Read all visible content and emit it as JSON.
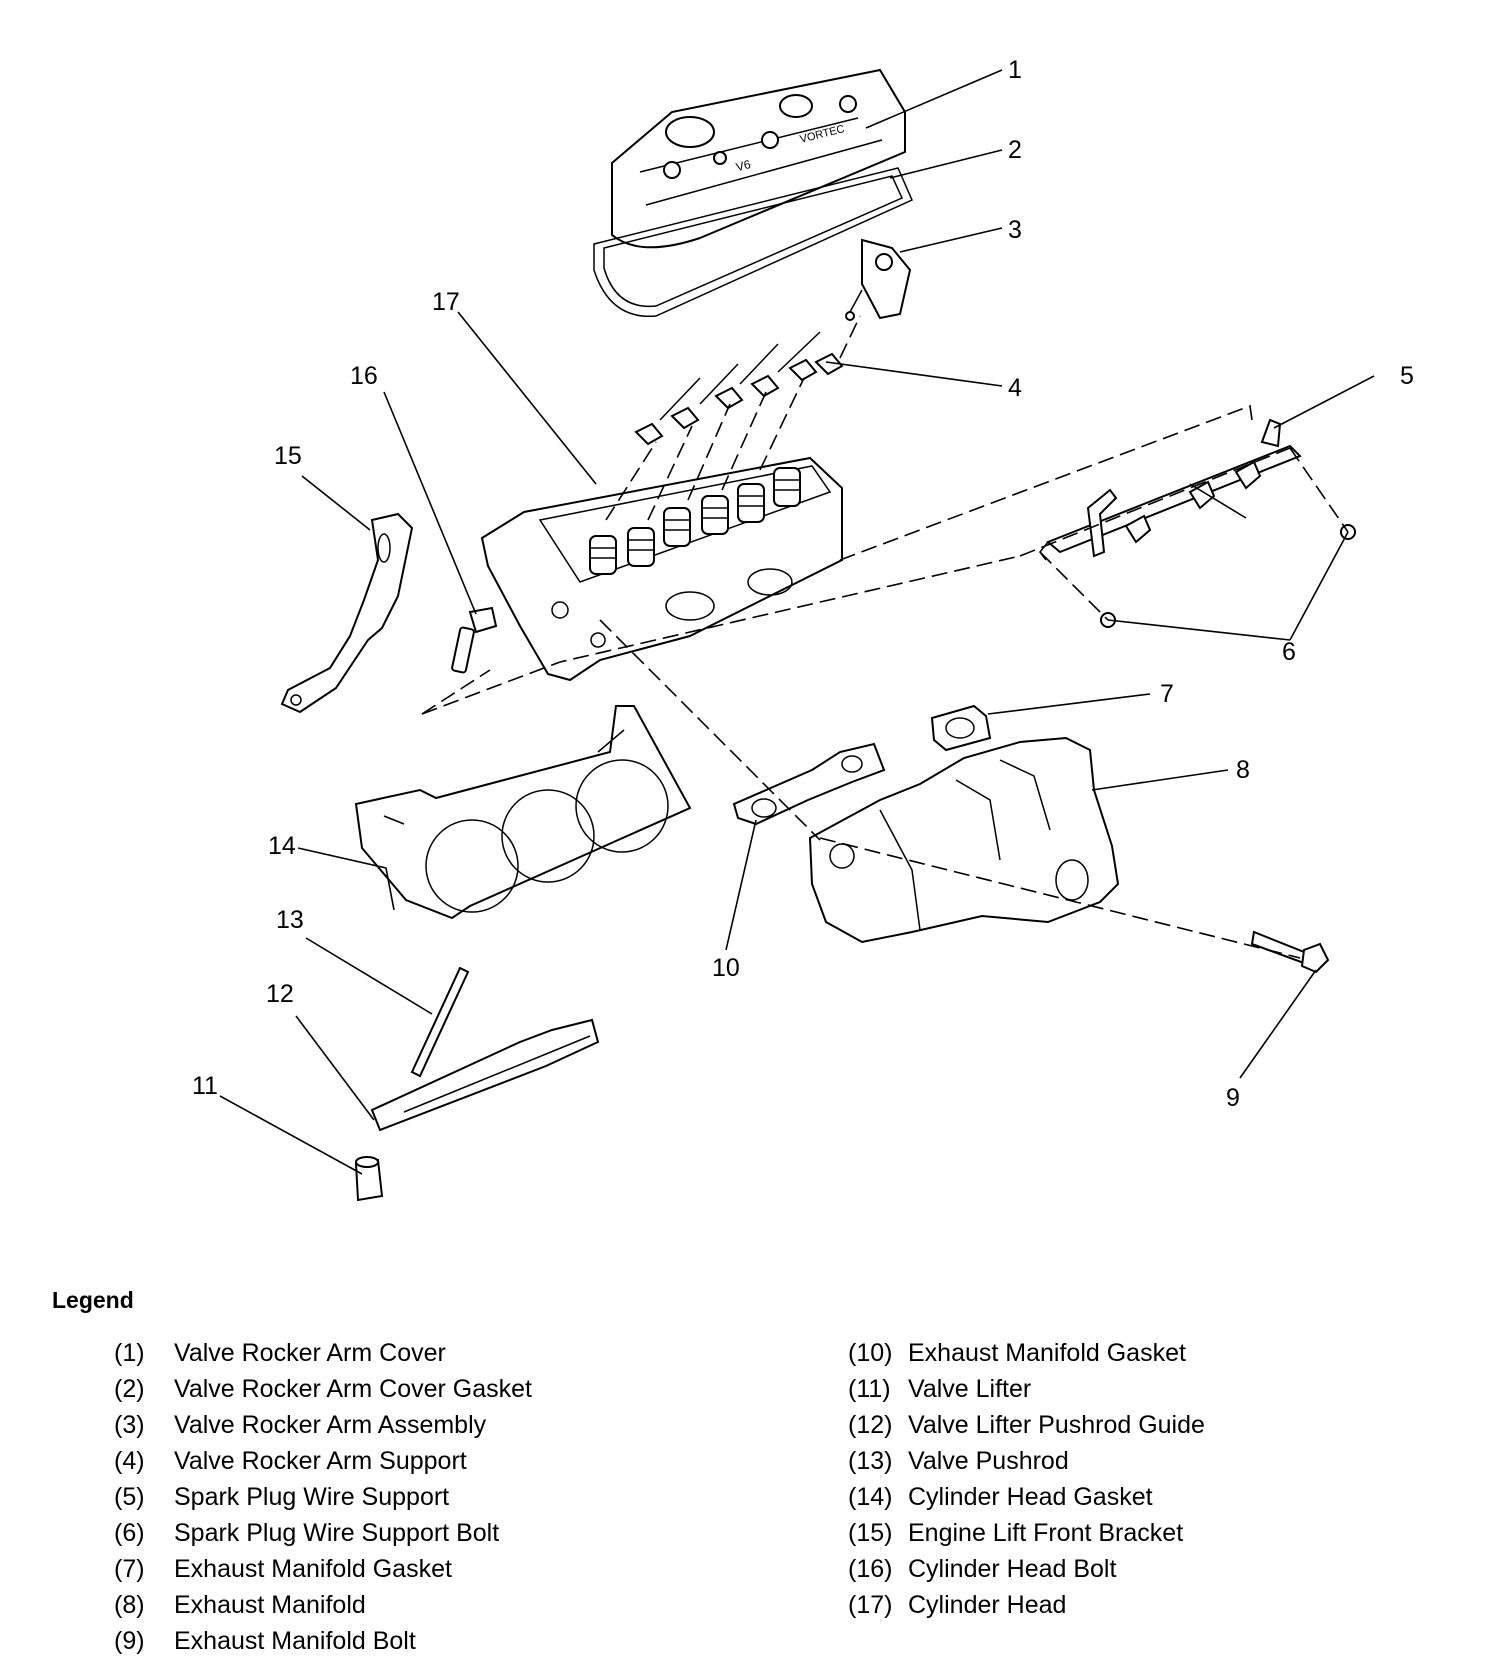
{
  "diagram": {
    "callouts": [
      "1",
      "2",
      "3",
      "4",
      "5",
      "6",
      "7",
      "8",
      "9",
      "10",
      "11",
      "12",
      "13",
      "14",
      "15",
      "16",
      "17"
    ],
    "cover_badge_left": "V6",
    "cover_badge_right": "VORTEC"
  },
  "legend": {
    "title": "Legend",
    "items": [
      {
        "num": "(1)",
        "label": "Valve Rocker Arm Cover"
      },
      {
        "num": "(2)",
        "label": "Valve Rocker Arm Cover Gasket"
      },
      {
        "num": "(3)",
        "label": "Valve Rocker Arm Assembly"
      },
      {
        "num": "(4)",
        "label": "Valve Rocker Arm Support"
      },
      {
        "num": "(5)",
        "label": "Spark Plug Wire Support"
      },
      {
        "num": "(6)",
        "label": "Spark Plug Wire Support Bolt"
      },
      {
        "num": "(7)",
        "label": "Exhaust Manifold Gasket"
      },
      {
        "num": "(8)",
        "label": "Exhaust Manifold"
      },
      {
        "num": "(9)",
        "label": "Exhaust Manifold Bolt"
      },
      {
        "num": "(10)",
        "label": "Exhaust Manifold Gasket"
      },
      {
        "num": "(11)",
        "label": "Valve Lifter"
      },
      {
        "num": "(12)",
        "label": "Valve Lifter Pushrod Guide"
      },
      {
        "num": "(13)",
        "label": "Valve Pushrod"
      },
      {
        "num": "(14)",
        "label": "Cylinder Head Gasket"
      },
      {
        "num": "(15)",
        "label": "Engine Lift Front Bracket"
      },
      {
        "num": "(16)",
        "label": "Cylinder Head Bolt"
      },
      {
        "num": "(17)",
        "label": "Cylinder Head"
      }
    ]
  }
}
